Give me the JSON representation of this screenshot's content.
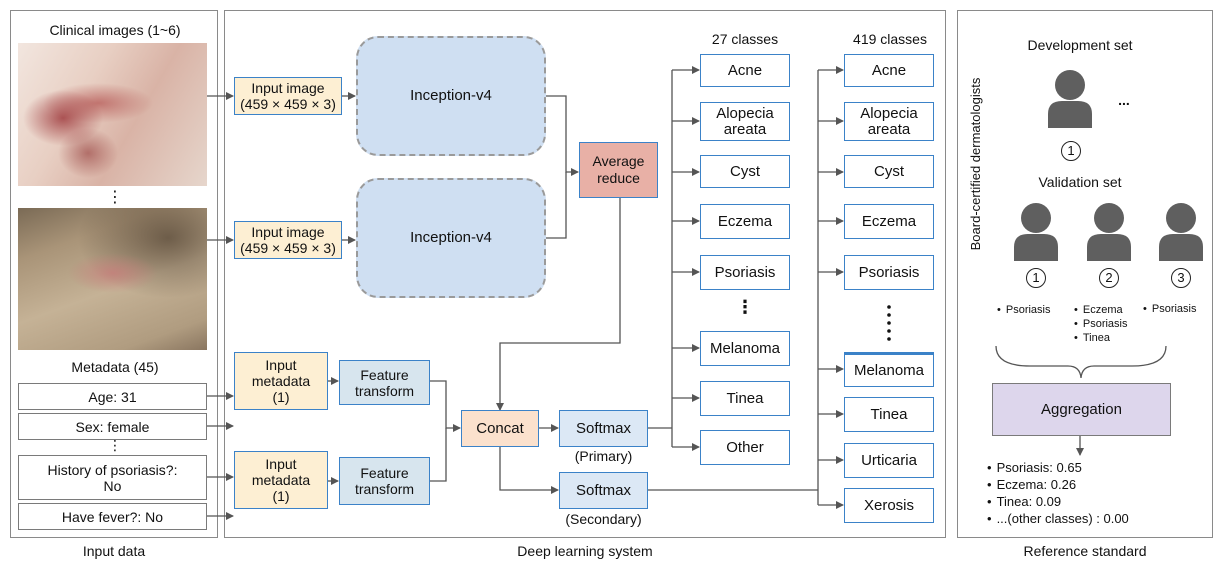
{
  "input_panel": {
    "title": "Input data",
    "clinical_title": "Clinical images (1~6)",
    "ellipsis_vertical": "⋮",
    "metadata_title": "Metadata (45)",
    "metadata_rows": [
      "Age: 31",
      "Sex: female",
      "History of psoriasis?:\nNo",
      "Have fever?: No"
    ]
  },
  "dl_panel": {
    "title": "Deep learning system",
    "input_image_1": "Input image\n(459 × 459 × 3)",
    "input_image_2": "Input image\n(459 × 459 × 3)",
    "inception_1": "Inception-v4",
    "inception_2": "Inception-v4",
    "average_reduce": "Average\nreduce",
    "input_metadata_1": "Input\nmetadata\n(1)",
    "input_metadata_2": "Input\nmetadata\n(1)",
    "feature_transform_1": "Feature\ntransform",
    "feature_transform_2": "Feature\ntransform",
    "concat": "Concat",
    "softmax_primary": "Softmax",
    "softmax_primary_caption": "(Primary)",
    "softmax_secondary": "Softmax",
    "softmax_secondary_caption": "(Secondary)",
    "classes27_title": "27 classes",
    "classes419_title": "419 classes",
    "classes27": [
      "Acne",
      "Alopecia\nareata",
      "Cyst",
      "Eczema",
      "Psoriasis",
      "Melanoma",
      "Tinea",
      "Other"
    ],
    "classes419": [
      "Acne",
      "Alopecia\nareata",
      "Cyst",
      "Eczema",
      "Psoriasis",
      "Melanoma",
      "Tinea",
      "Urticaria",
      "Xerosis"
    ],
    "dots": "⋮"
  },
  "reference_panel": {
    "title": "Reference standard",
    "side_label": "Board-certified dermatologists",
    "development_set": "Development set",
    "ellipsis": "...",
    "validation_set": "Validation set",
    "dev_number": "1",
    "val_numbers": [
      "1",
      "2",
      "3"
    ],
    "derm1_dx": [
      "Psoriasis"
    ],
    "derm2_dx": [
      "Eczema",
      "Psoriasis",
      "Tinea"
    ],
    "derm3_dx": [
      "Psoriasis"
    ],
    "aggregation": "Aggregation",
    "results": [
      "Psoriasis: 0.65",
      "Eczema: 0.26",
      "Tinea: 0.09",
      "...(other classes) : 0.00"
    ]
  },
  "colors": {
    "border_blue": "#3b82c8",
    "input_fill": "#fdefd3",
    "inception_fill": "#cfdff2",
    "average_fill": "#e8b0a6",
    "concat_fill": "#fbe1cd",
    "aggregation_fill": "#ddd6ec",
    "person_gray": "#5f5f5f"
  }
}
